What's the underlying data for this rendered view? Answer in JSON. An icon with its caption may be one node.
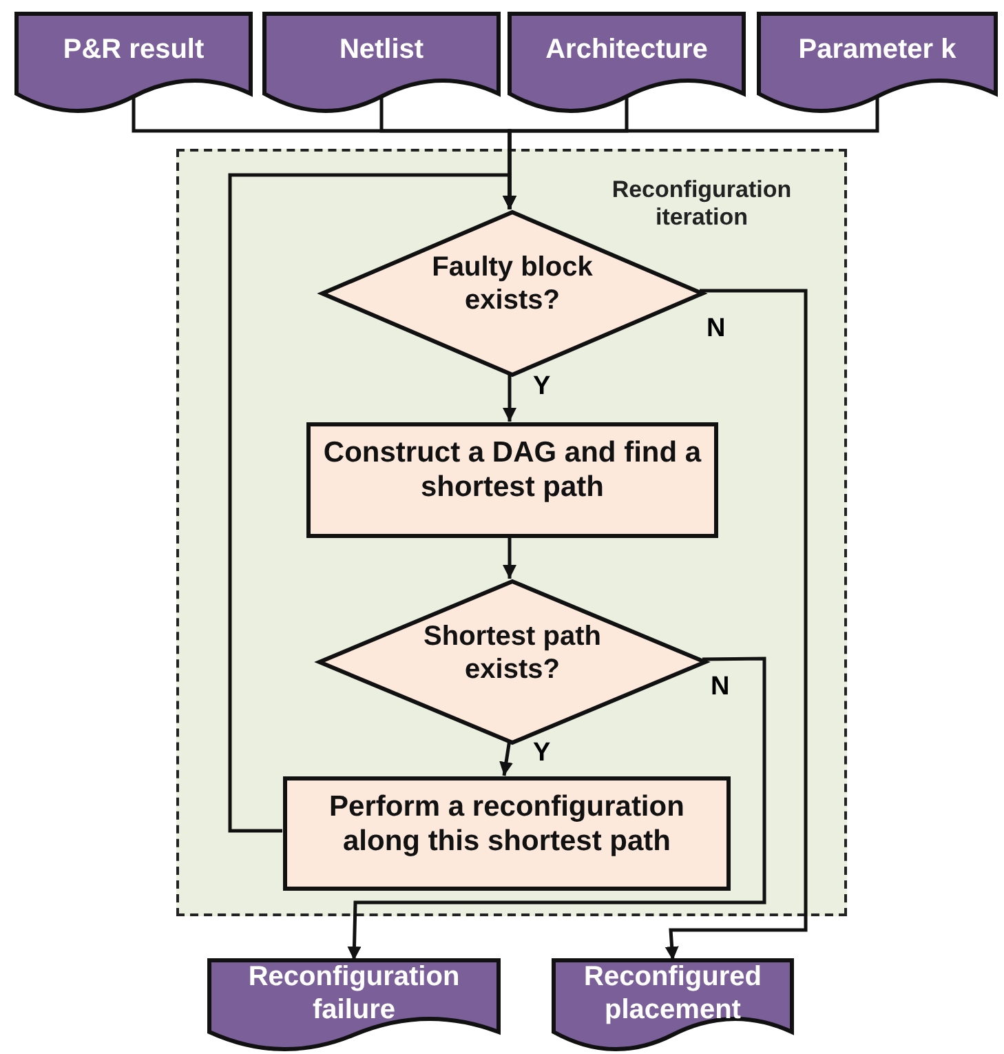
{
  "diagram": {
    "nodes": [
      {
        "text": [
          "P&R result"
        ]
      },
      {
        "text": [
          "Netlist"
        ]
      },
      {
        "text": [
          "Architecture"
        ]
      },
      {
        "text": [
          "Parameter k"
        ]
      },
      {
        "text": [
          "Reconfiguration iteration"
        ]
      },
      {
        "text": [
          "Faulty block exists?"
        ],
        "in": 4
      },
      {
        "text": [
          "Construct a DAG and find a shortest path"
        ],
        "in": 4
      },
      {
        "text": [
          "Shortest path exists?"
        ],
        "in": 4
      },
      {
        "text": [
          "Perform a reconfiguration along this shortest path"
        ],
        "in": 4
      },
      {
        "text": [
          "Reconfiguration failure"
        ]
      },
      {
        "text": [
          "Reconfigured placement"
        ]
      }
    ],
    "edges": [
      {
        "from": 0,
        "to": 5,
        "arrow": "to"
      },
      {
        "from": 1,
        "to": 5,
        "arrow": "to"
      },
      {
        "from": 2,
        "to": 5,
        "arrow": "to"
      },
      {
        "from": 3,
        "to": 5,
        "arrow": "to"
      },
      {
        "from": 5,
        "to": 6,
        "arrow": "to",
        "label": "Y"
      },
      {
        "from": 6,
        "to": 7,
        "arrow": "to"
      },
      {
        "from": 7,
        "to": 8,
        "arrow": "to",
        "label": "Y"
      },
      {
        "from": 8,
        "to": 5,
        "arrow": "to"
      },
      {
        "from": 7,
        "to": 9,
        "arrow": "to",
        "label": "N"
      },
      {
        "from": 5,
        "to": 10,
        "arrow": "to",
        "label": "N"
      }
    ]
  }
}
